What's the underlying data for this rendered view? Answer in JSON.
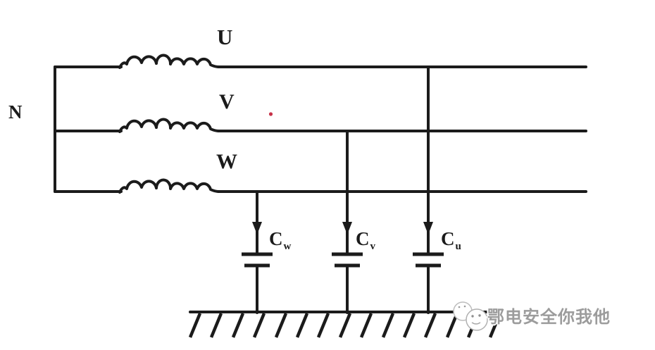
{
  "diagram": {
    "labels": {
      "neutral": "N",
      "phase_u": "U",
      "phase_v": "V",
      "phase_w": "W"
    },
    "capacitors": [
      {
        "label": "C",
        "subscript": "w"
      },
      {
        "label": "C",
        "subscript": "v"
      },
      {
        "label": "C",
        "subscript": "u"
      }
    ],
    "colors": {
      "line": "#1b1b1b",
      "marker_dot": "#c73248",
      "watermark_text": "#9c9c9c",
      "background": "#ffffff"
    }
  },
  "watermark": {
    "text": "鄂电安全你我他",
    "icon": "chat-face-icon"
  }
}
